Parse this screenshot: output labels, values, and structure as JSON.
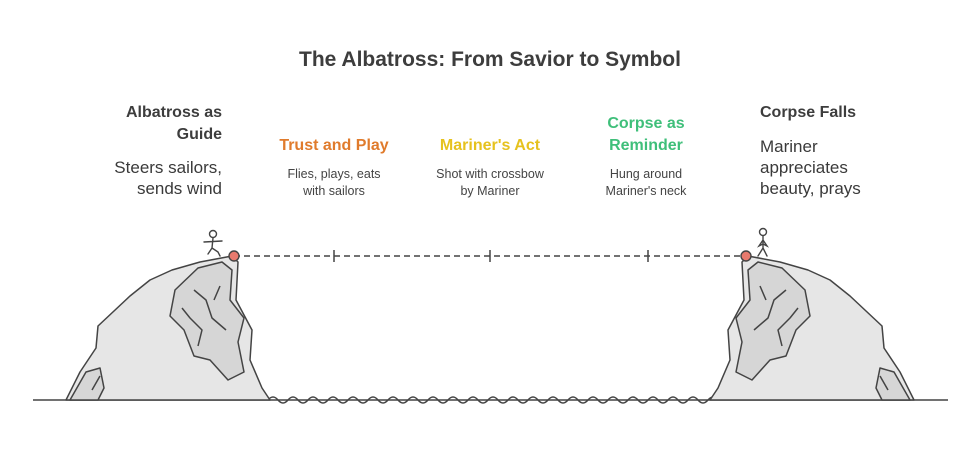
{
  "title": "The Albatross: From Savior to Symbol",
  "stages": [
    {
      "title": "Albatross as Guide",
      "title_lines": [
        "Albatross as",
        "Guide"
      ],
      "desc_lines": [
        "Steers sailors,",
        "sends wind"
      ],
      "color": "#3d3d3d"
    },
    {
      "title": "Trust and Play",
      "title_lines": [
        "Trust and Play"
      ],
      "desc_lines": [
        "Flies, plays, eats",
        "with sailors"
      ],
      "color": "#e07b2c"
    },
    {
      "title": "Mariner's Act",
      "title_lines": [
        "Mariner's Act"
      ],
      "desc_lines": [
        "Shot with crossbow",
        "by Mariner"
      ],
      "color": "#e6c21e"
    },
    {
      "title": "Corpse as Reminder",
      "title_lines": [
        "Corpse as",
        "Reminder"
      ],
      "desc_lines": [
        "Hung around",
        "Mariner's neck"
      ],
      "color": "#3fbf7a"
    },
    {
      "title": "Corpse Falls",
      "title_lines": [
        "Corpse Falls"
      ],
      "desc_lines": [
        "Mariner",
        "appreciates",
        "beauty, prays"
      ],
      "color": "#3d3d3d"
    }
  ],
  "colors": {
    "endpoint": "#e87a6e",
    "rock_fill": "#e6e6e6",
    "line": "#444444"
  },
  "icons": [
    "person-icon",
    "person-icon"
  ]
}
